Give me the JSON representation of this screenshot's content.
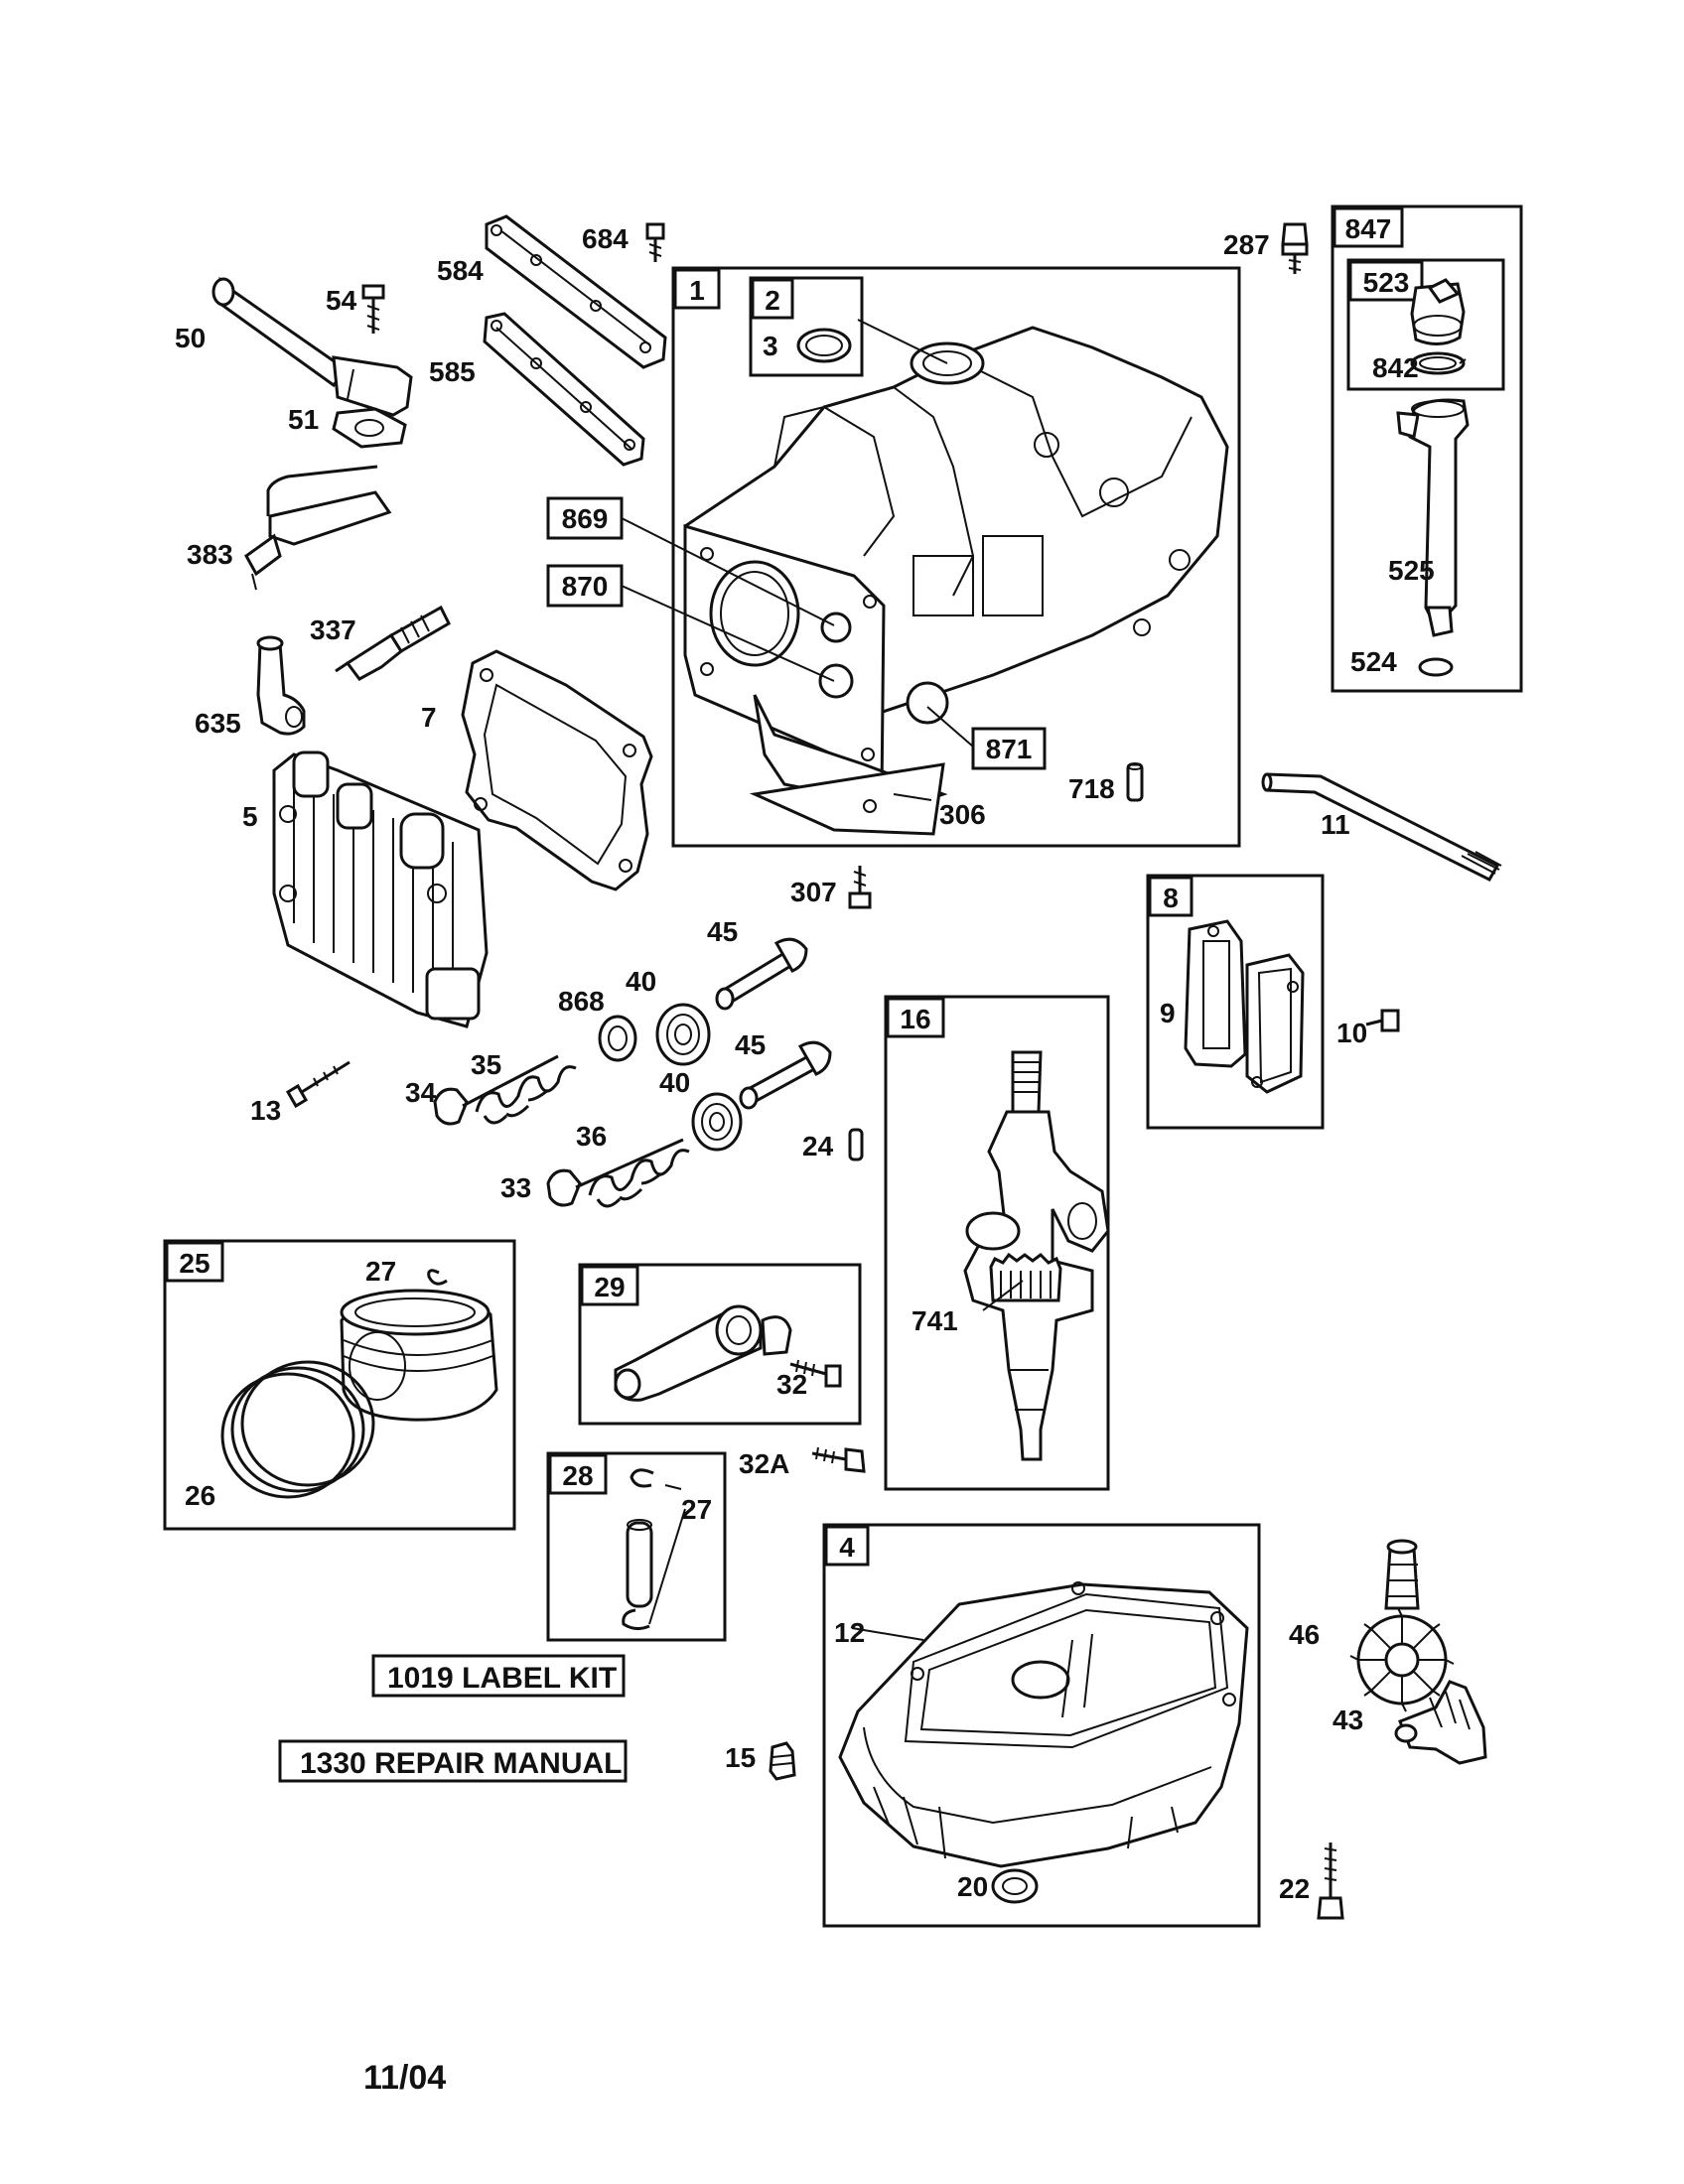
{
  "group_boxes": {
    "b1": "1",
    "b2": "2",
    "b869": "869",
    "b870": "870",
    "b871": "871",
    "b847": "847",
    "b523": "523",
    "b8": "8",
    "b16": "16",
    "b25": "25",
    "b29": "29",
    "b28": "28",
    "b4": "4"
  },
  "labels": {
    "l684": "684",
    "l584": "584",
    "l585": "585",
    "l54": "54",
    "l50": "50",
    "l51": "51",
    "l383": "383",
    "l337": "337",
    "l635": "635",
    "l7": "7",
    "l5": "5",
    "l3": "3",
    "l306": "306",
    "l718": "718",
    "l287": "287",
    "l842": "842",
    "l525": "525",
    "l524": "524",
    "l11": "11",
    "l307": "307",
    "l45a": "45",
    "l40a": "40",
    "l868": "868",
    "l45b": "45",
    "l40b": "40",
    "l9": "9",
    "l10": "10",
    "l13": "13",
    "l34": "34",
    "l35": "35",
    "l36": "36",
    "l33": "33",
    "l24": "24",
    "l741": "741",
    "l27a": "27",
    "l26": "26",
    "l32": "32",
    "l32a": "32A",
    "l27b": "27",
    "l12": "12",
    "l46": "46",
    "l43": "43",
    "l15": "15",
    "l20": "20",
    "l22": "22"
  },
  "kits": {
    "label_kit": "1019 LABEL KIT",
    "repair_manual": "1330 REPAIR MANUAL"
  },
  "footer": {
    "date": "11/04"
  },
  "icons": [
    "screw-icon",
    "gasket-icon",
    "spring-icon",
    "valve-icon",
    "gear-icon",
    "crankshaft-icon",
    "piston-icon",
    "cylinder-block-icon"
  ]
}
